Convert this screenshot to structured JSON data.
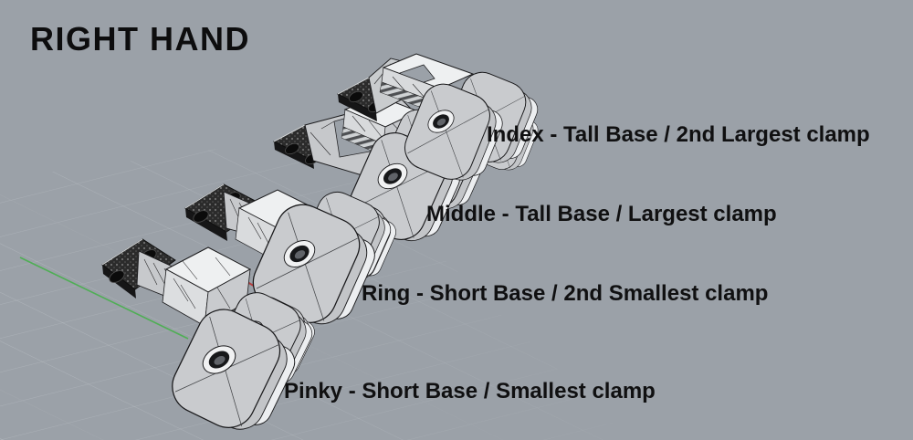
{
  "title": "RIGHT HAND",
  "annotations": [
    {
      "finger": "Index",
      "label": "Index - Tall Base / 2nd Largest clamp"
    },
    {
      "finger": "Middle",
      "label": "Middle - Tall Base / Largest clamp"
    },
    {
      "finger": "Ring",
      "label": "Ring - Short Base / 2nd Smallest clamp"
    },
    {
      "finger": "Pinky",
      "label": "Pinky - Short Base / Smallest clamp"
    }
  ],
  "models": [
    "index-finger-assembly",
    "middle-finger-assembly",
    "ring-finger-assembly",
    "pinky-finger-assembly"
  ],
  "colors": {
    "background": "#9ba1a8",
    "text": "#101011",
    "model_light_gray": "#c9cbce",
    "model_white": "#eef0f1",
    "mesh_plate_dark": "#2b2b2b",
    "edge": "#1b1b1d",
    "grid_line": "#ccd1d6",
    "axis_green": "#4fae55",
    "axis_red": "#b54040"
  }
}
